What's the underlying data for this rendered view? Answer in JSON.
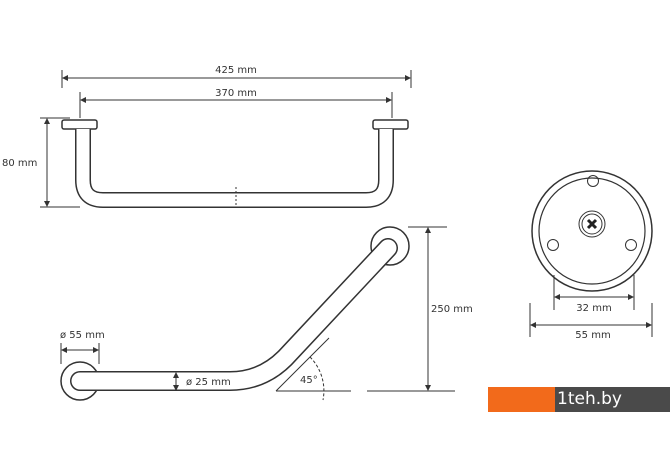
{
  "top_view": {
    "width_total": "425 mm",
    "width_inner": "370 mm",
    "depth": "80 mm"
  },
  "side_view": {
    "flange_diameter": "ø 55 mm",
    "tube_diameter": "ø 25 mm",
    "angle": "45°",
    "height": "250 mm"
  },
  "flange_view": {
    "hole_spacing": "32 mm",
    "diameter": "55 mm"
  },
  "watermark": {
    "text": "teh.by",
    "digit": "1",
    "colors": {
      "orange": "#f26a1b",
      "grey": "#4a4a4a"
    }
  }
}
